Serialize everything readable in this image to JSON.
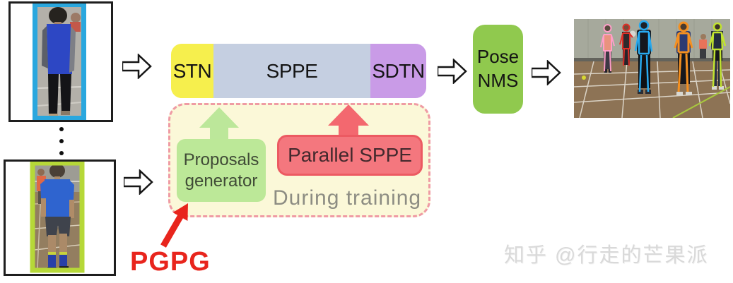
{
  "pipeline": {
    "stn": "STN",
    "sppe": "SPPE",
    "sdtn": "SDTN"
  },
  "training": {
    "proposals_line1": "Proposals",
    "proposals_line2": "generator",
    "parallel_sppe": "Parallel SPPE",
    "caption": "During training"
  },
  "annotation": {
    "pgpg": "PGPG"
  },
  "pose_nms": {
    "line1": "Pose",
    "line2": "NMS"
  },
  "watermark": "知乎 @行走的芒果派",
  "icons": {
    "flow_arrows": "right-block-arrow-outline",
    "green_up_arrow": "up-block-arrow",
    "red_up_arrow": "up-block-arrow",
    "pgpg_arrow": "red-annotation-arrow",
    "ellipsis": "vertical-dots"
  },
  "colors": {
    "stn_bg": "#f6ef4d",
    "sppe_bg": "#c5cfe1",
    "sdtn_bg": "#c99be7",
    "pose_nms_bg": "#90c94e",
    "proposals_bg": "#bce898",
    "parallel_sppe_bg": "#f4777e",
    "parallel_sppe_border": "#ec5a62",
    "training_box_bg": "#fbf8d8",
    "training_box_border": "#ef9ba4",
    "green_up_arrow": "#bce79a",
    "red_up_arrow": "#f3686f",
    "pgpg_red": "#e8251d",
    "input_bbox_top": "#2aa7de",
    "input_bbox_bottom": "#b6d838",
    "skeleton_overlays": [
      "#ff9ec8",
      "#e03028",
      "#28aaf0",
      "#f59020",
      "#c2e430"
    ]
  }
}
